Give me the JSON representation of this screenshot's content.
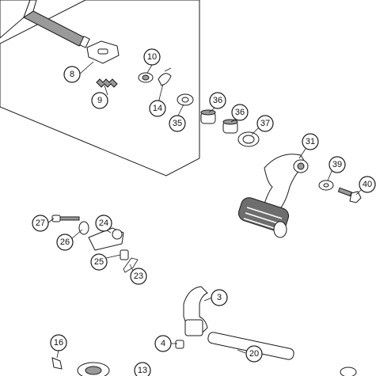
{
  "callouts": [
    {
      "label": "3"
    },
    {
      "label": "4"
    },
    {
      "label": "8"
    },
    {
      "label": "9"
    },
    {
      "label": "10"
    },
    {
      "label": "13"
    },
    {
      "label": "14"
    },
    {
      "label": "16"
    },
    {
      "label": "20"
    },
    {
      "label": "23"
    },
    {
      "label": "24"
    },
    {
      "label": "25"
    },
    {
      "label": "26"
    },
    {
      "label": "27"
    },
    {
      "label": "31"
    },
    {
      "label": "35"
    },
    {
      "label": "36"
    },
    {
      "label": "36"
    },
    {
      "label": "37"
    },
    {
      "label": "39"
    },
    {
      "label": "40"
    }
  ]
}
